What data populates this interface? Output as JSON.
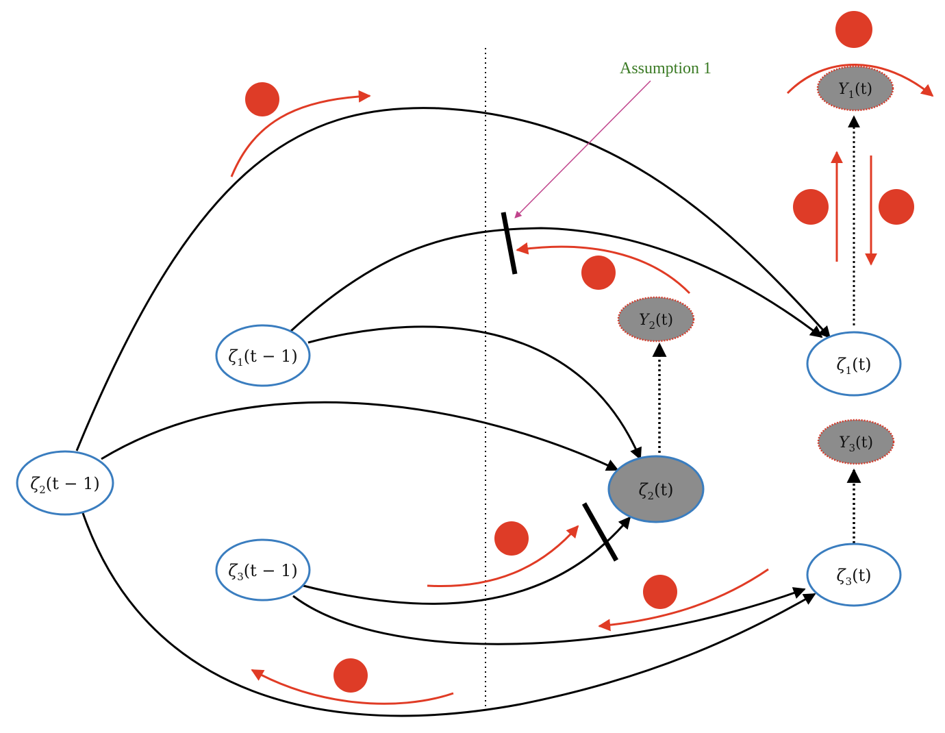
{
  "colors": {
    "node_stroke": "#3a7dbf",
    "observed_fill": "#8c8c8c",
    "observed_stroke": "#d63a2a",
    "edge": "#000000",
    "arrow_red": "#e03b25",
    "marker_red": "#de3c27",
    "annotation_text": "#3a7a24",
    "annotation_pointer": "#c0448c"
  },
  "nodes": {
    "zeta1_prev": {
      "symbol": "ζ",
      "sub": "1",
      "arg": "(t − 1)"
    },
    "zeta2_prev": {
      "symbol": "ζ",
      "sub": "2",
      "arg": "(t − 1)"
    },
    "zeta3_prev": {
      "symbol": "ζ",
      "sub": "3",
      "arg": "(t − 1)"
    },
    "zeta1": {
      "symbol": "ζ",
      "sub": "1",
      "arg": "(t)"
    },
    "zeta2": {
      "symbol": "ζ",
      "sub": "2",
      "arg": "(t)"
    },
    "zeta3": {
      "symbol": "ζ",
      "sub": "3",
      "arg": "(t)"
    },
    "y1": {
      "symbol": "Y",
      "sub": "1",
      "arg": "(t)"
    },
    "y2": {
      "symbol": "Y",
      "sub": "2",
      "arg": "(t)"
    },
    "y3": {
      "symbol": "Y",
      "sub": "3",
      "arg": "(t)"
    }
  },
  "annotation": {
    "text": "Assumption 1"
  }
}
